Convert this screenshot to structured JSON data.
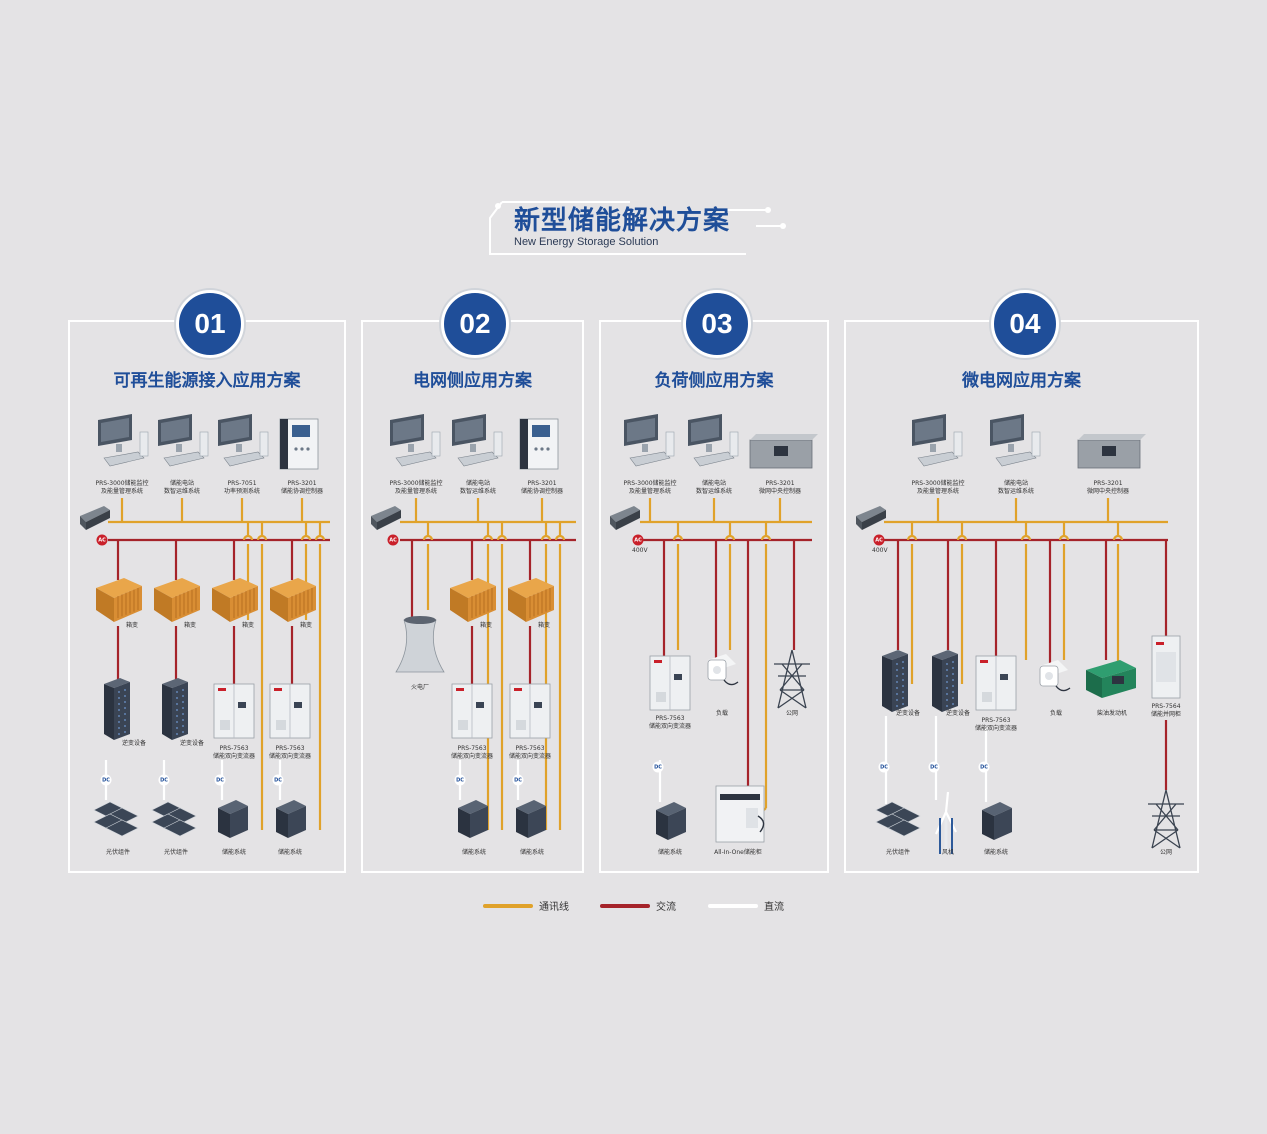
{
  "header": {
    "title": "新型储能解决方案",
    "subtitle": "New Energy Storage Solution"
  },
  "colors": {
    "accent_blue": "#1f4e99",
    "comm_line": "#e0a22a",
    "ac_line": "#a5232a",
    "dc_line": "#ffffff"
  },
  "panels": [
    {
      "number": "01",
      "title": "可再生能源接入应用方案",
      "top_devices": [
        {
          "icon": "monitor-icon",
          "label": "PRS-3000储能监控\n及能量管理系统"
        },
        {
          "icon": "monitor-icon",
          "label": "储能电站\n数智运维系统"
        },
        {
          "icon": "monitor-icon",
          "label": "PRS-7051\n功率预测系统"
        },
        {
          "icon": "controller-icon",
          "label": "PRS-3201\n储能协调控制器"
        }
      ],
      "bus_tag": "AC",
      "transformers": [
        "箱变",
        "箱变",
        "箱变",
        "箱变"
      ],
      "middle": [
        "逆变设备",
        "逆变设备",
        "PRS-7563\n储能双向变流器",
        "PRS-7563\n储能双向变流器"
      ],
      "dc_tags": [
        "DC",
        "DC",
        "DC",
        "DC"
      ],
      "bottom": [
        "光伏组件",
        "光伏组件",
        "储能系统",
        "储能系统"
      ]
    },
    {
      "number": "02",
      "title": "电网侧应用方案",
      "top_devices": [
        {
          "icon": "monitor-icon",
          "label": "PRS-3000储能监控\n及能量管理系统"
        },
        {
          "icon": "monitor-icon",
          "label": "储能电站\n数智运维系统"
        },
        {
          "icon": "controller-icon",
          "label": "PRS-3201\n储能协调控制器"
        }
      ],
      "bus_tag": "AC",
      "plant_label": "火电厂",
      "transformers": [
        "箱变",
        "箱变"
      ],
      "middle": [
        "PRS-7563\n储能双向变流器",
        "PRS-7563\n储能双向变流器"
      ],
      "dc_tags": [
        "DC",
        "DC"
      ],
      "bottom": [
        "储能系统",
        "储能系统"
      ]
    },
    {
      "number": "03",
      "title": "负荷侧应用方案",
      "top_devices": [
        {
          "icon": "monitor-icon",
          "label": "PRS-3000储能监控\n及能量管理系统"
        },
        {
          "icon": "monitor-icon",
          "label": "储能电站\n数智运维系统"
        },
        {
          "icon": "rack-controller-icon",
          "label": "PRS-3201\n微网中央控制器"
        }
      ],
      "bus_tag": "AC",
      "voltage": "400V",
      "middle": [
        "PRS-7563\n储能双向变流器",
        "负载",
        "公网"
      ],
      "dc_tags": [
        "DC"
      ],
      "bottom": [
        "储能系统",
        "All-In-One储能柜"
      ]
    },
    {
      "number": "04",
      "title": "微电网应用方案",
      "top_devices": [
        {
          "icon": "monitor-icon",
          "label": "PRS-3000储能监控\n及能量管理系统"
        },
        {
          "icon": "monitor-icon",
          "label": "储能电站\n数智运维系统"
        },
        {
          "icon": "rack-controller-icon",
          "label": "PRS-3201\n微网中央控制器"
        }
      ],
      "bus_tag": "AC",
      "voltage": "400V",
      "middle": [
        "逆变设备",
        "逆变设备",
        "PRS-7563\n储能双向变流器",
        "负载",
        "柴油发动机",
        "PRS-7564\n储能并网柜"
      ],
      "dc_tags": [
        "DC",
        "DC",
        "DC"
      ],
      "bottom": [
        "光伏组件",
        "风机",
        "储能系统",
        "公网"
      ]
    }
  ],
  "legend": [
    {
      "label": "通讯线",
      "color": "#e0a22a"
    },
    {
      "label": "交流",
      "color": "#a5232a"
    },
    {
      "label": "直流",
      "color": "#ffffff"
    }
  ]
}
